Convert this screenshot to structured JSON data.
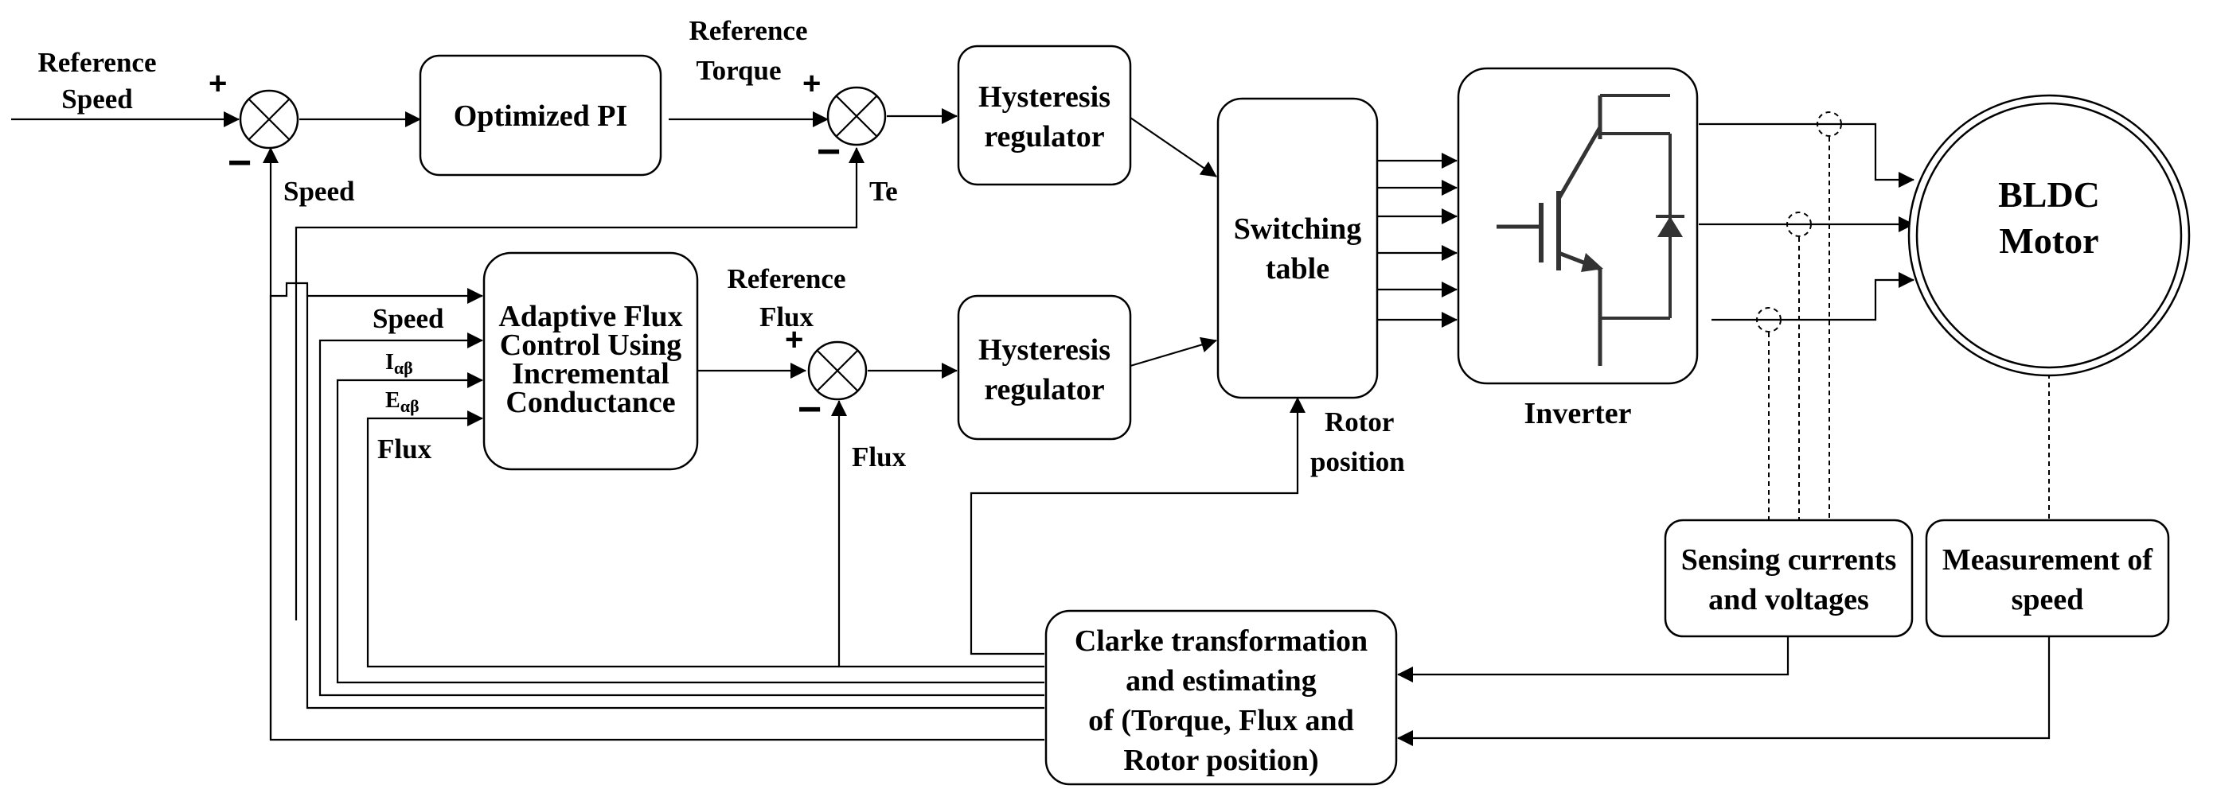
{
  "inputs": {
    "reference_speed": [
      "Reference",
      "Speed"
    ],
    "reference_torque": [
      "Reference",
      "Torque"
    ],
    "reference_flux": [
      "Reference",
      "Flux"
    ]
  },
  "blocks": {
    "optimized_pi": "Optimized PI",
    "hysteresis_torque": [
      "Hysteresis",
      "regulator"
    ],
    "hysteresis_flux": [
      "Hysteresis",
      "regulator"
    ],
    "adaptive_flux": [
      "Adaptive Flux",
      "Control Using",
      "Incremental",
      "Conductance"
    ],
    "switching_table": [
      "Switching",
      "table"
    ],
    "inverter_label": "Inverter",
    "motor": [
      "BLDC",
      "Motor"
    ],
    "sensing": [
      "Sensing currents",
      "and voltages"
    ],
    "measurement": [
      "Measurement of",
      "speed"
    ],
    "clarke": [
      "Clarke transformation",
      "and estimating",
      "of (Torque, Flux and",
      "Rotor position)"
    ]
  },
  "signals": {
    "speed_feedback": "Speed",
    "te": "Te",
    "flux_feedback": "Flux",
    "rotor_position": [
      "Rotor",
      "position"
    ],
    "adaptive_inputs": {
      "speed": "Speed",
      "i_main": "I",
      "i_sub": "αβ",
      "e_main": "E",
      "e_sub": "αβ",
      "flux": "Flux"
    }
  },
  "signs": {
    "plus": "+",
    "minus": "−"
  }
}
